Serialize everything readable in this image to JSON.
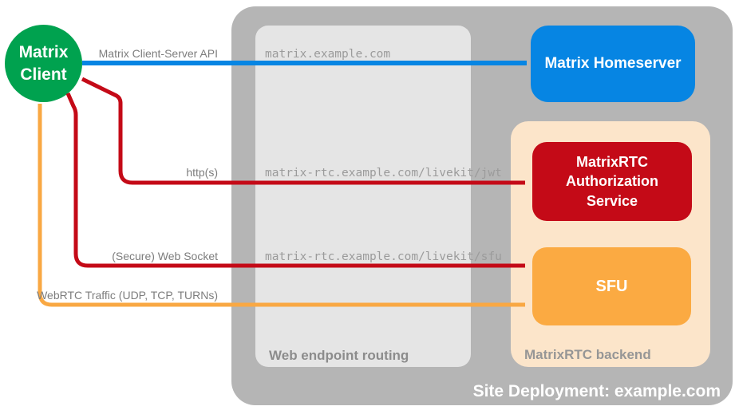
{
  "nodes": {
    "client": {
      "label": "Matrix Client"
    },
    "homeserver": {
      "label": "Matrix Homeserver"
    },
    "auth_service": {
      "label": "MatrixRTC Authorization Service"
    },
    "sfu": {
      "label": "SFU"
    }
  },
  "containers": {
    "site_deployment": {
      "label": "Site Deployment: example.com"
    },
    "web_endpoint_routing": {
      "label": "Web endpoint routing"
    },
    "matrixrtc_backend": {
      "label": "MatrixRTC backend"
    }
  },
  "endpoints": {
    "homeserver": "matrix.example.com",
    "jwt": "matrix-rtc.example.com/livekit/jwt",
    "sfu": "matrix-rtc.example.com/livekit/sfu"
  },
  "arrows": {
    "client_server_api": {
      "label": "Matrix Client-Server API",
      "color": "#0685e3",
      "bidirectional": true
    },
    "https": {
      "label": "http(s)",
      "color": "#c40a17",
      "bidirectional": true
    },
    "websocket": {
      "label": "(Secure) Web Socket",
      "color": "#c40a17",
      "bidirectional": true
    },
    "webrtc": {
      "label": "WebRTC Traffic (UDP, TCP, TURNs)",
      "color": "#f9a843",
      "bidirectional": true
    }
  },
  "colors": {
    "client_green": "#00a24f",
    "homeserver_blue": "#0685e3",
    "auth_red": "#c40a17",
    "sfu_orange": "#fbaa42",
    "backend_peach": "#fce5ca",
    "site_gray": "#b5b5b5",
    "routing_gray": "#e5e5e5"
  }
}
